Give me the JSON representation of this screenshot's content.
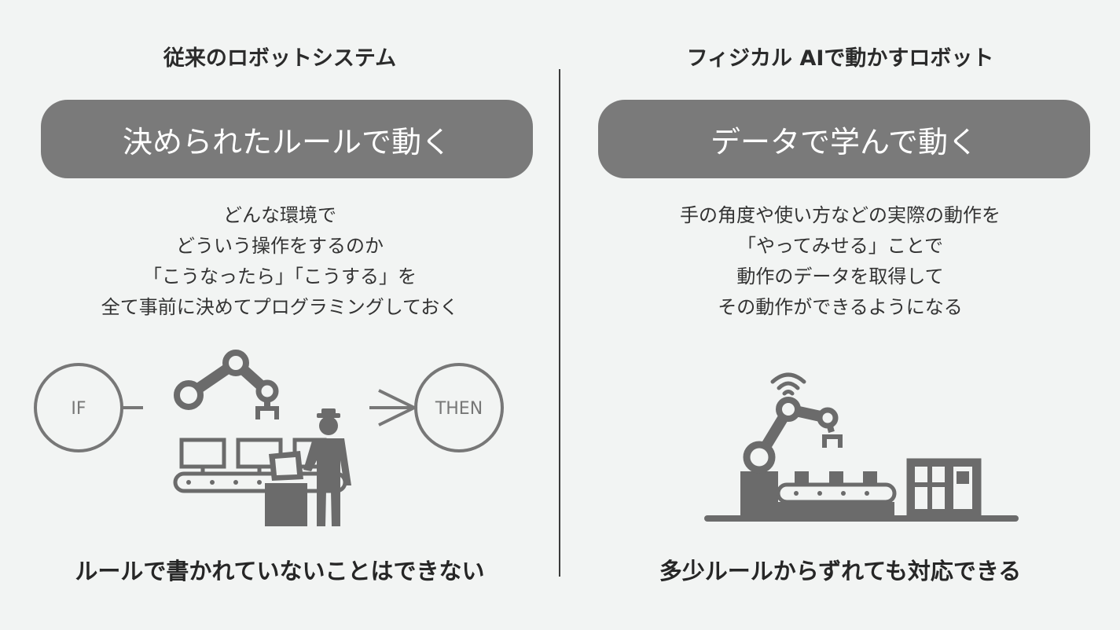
{
  "left": {
    "title": "従来のロボットシステム",
    "pill": "決められたルールで動く",
    "description": [
      "どんな環境で",
      "どういう操作をするのか",
      "「こうなったら」「こうする」を",
      "全て事前に決めてプログラミングしておく"
    ],
    "if_label": "IF",
    "then_label": "THEN",
    "footer": "ルールで書かれていないことはできない"
  },
  "right": {
    "title": "フィジカル AIで動かすロボット",
    "pill": "データで学んで動く",
    "description": [
      "手の角度や使い方などの実際の動作を",
      "「やってみせる」ことで",
      "動作のデータを取得して",
      "その動作ができるようになる"
    ],
    "footer": "多少ルールからずれても対応できる"
  },
  "colors": {
    "background": "#f2f4f3",
    "pill": "#7a7a7a",
    "icon": "#6b6b6b",
    "text": "#2b2b2b"
  }
}
